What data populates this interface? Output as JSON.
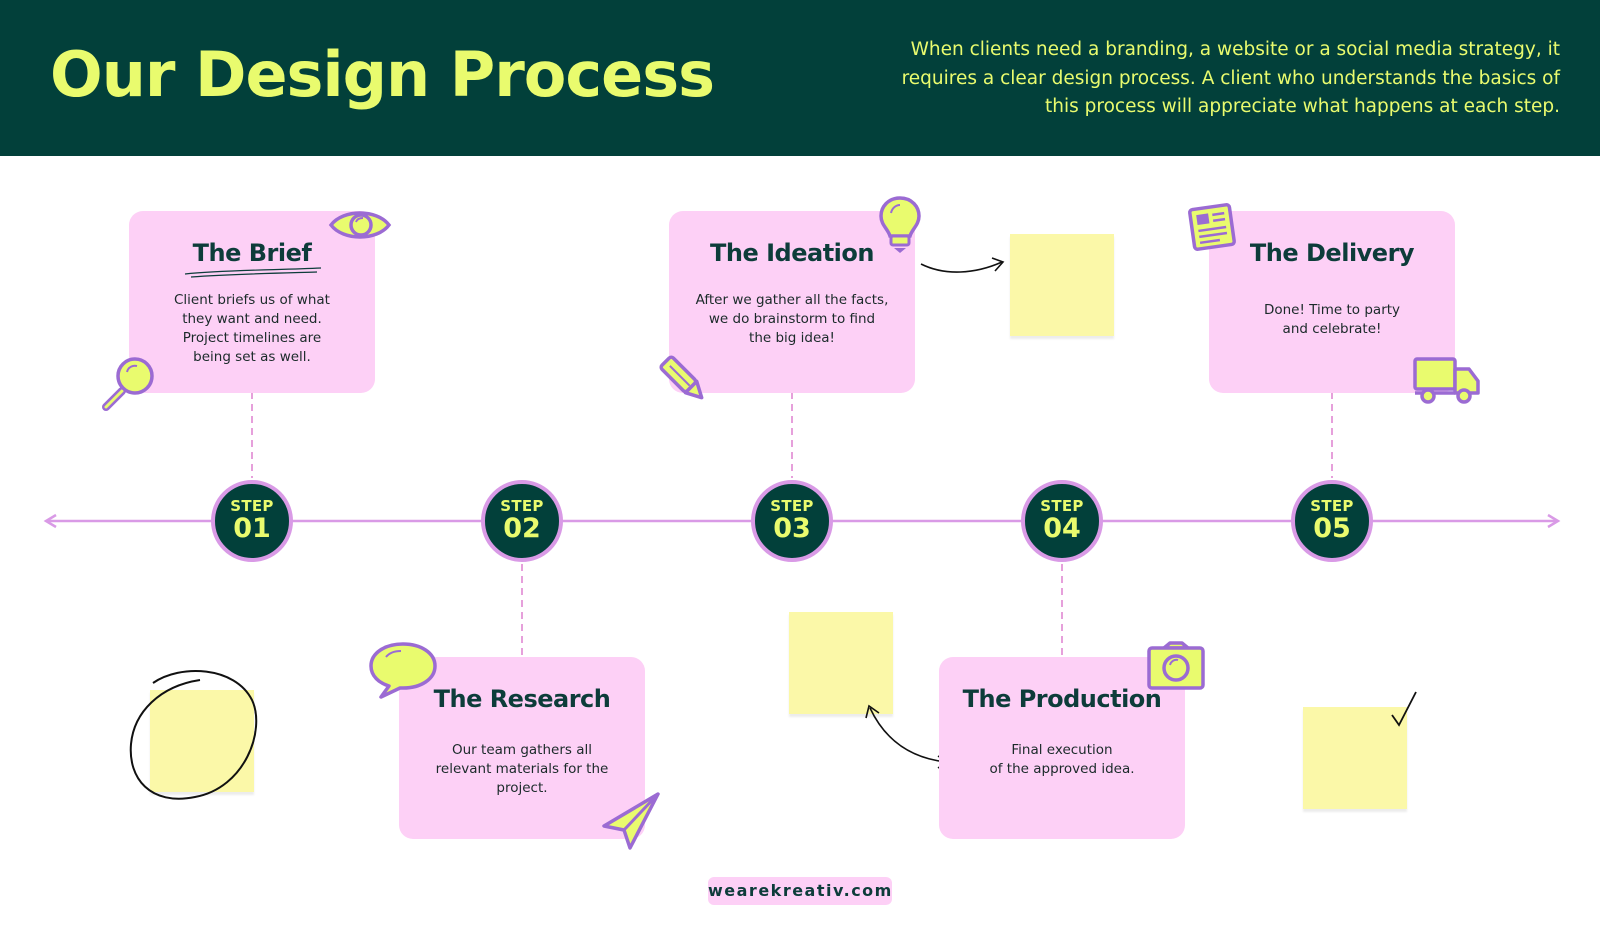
{
  "header": {
    "title": "Our Design Process",
    "intro_lines": [
      "When clients need a branding, a website or a social media strategy, it",
      "requires a clear design process. A client who understands the basics of",
      "this process will appreciate what happens at each step."
    ]
  },
  "steps": [
    {
      "label": "STEP",
      "number": "01",
      "title": "The Brief",
      "desc_lines": [
        "Client briefs us of what",
        "they want and need.",
        "Project timelines are",
        "being set as well."
      ]
    },
    {
      "label": "STEP",
      "number": "02",
      "title": "The Research",
      "desc_lines": [
        "Our team gathers all",
        "relevant materials for the",
        "project."
      ]
    },
    {
      "label": "STEP",
      "number": "03",
      "title": "The Ideation",
      "desc_lines": [
        "After we gather all the facts,",
        "we do brainstorm to find",
        "the big idea!"
      ]
    },
    {
      "label": "STEP",
      "number": "04",
      "title": "The Production",
      "desc_lines": [
        "Final execution",
        "of the approved idea."
      ]
    },
    {
      "label": "STEP",
      "number": "05",
      "title": "The Delivery",
      "desc_lines": [
        "Done! Time to party",
        "and celebrate!"
      ]
    }
  ],
  "footer": {
    "website": "wearekreativ.com"
  },
  "icons": [
    "eye-icon",
    "magnifier-icon",
    "lightbulb-icon",
    "pencil-icon",
    "newspaper-icon",
    "truck-icon",
    "speech-bubble-icon",
    "paper-plane-icon",
    "camera-icon",
    "checkmark-icon"
  ],
  "colors": {
    "header_bg": "#02403a",
    "accent_yellow": "#e9fb6e",
    "card_pink": "#fdd0f6",
    "line_pink": "#d99ae6",
    "sticky_yellow": "#fbf8a8",
    "icon_purple": "#9b6bd3"
  }
}
